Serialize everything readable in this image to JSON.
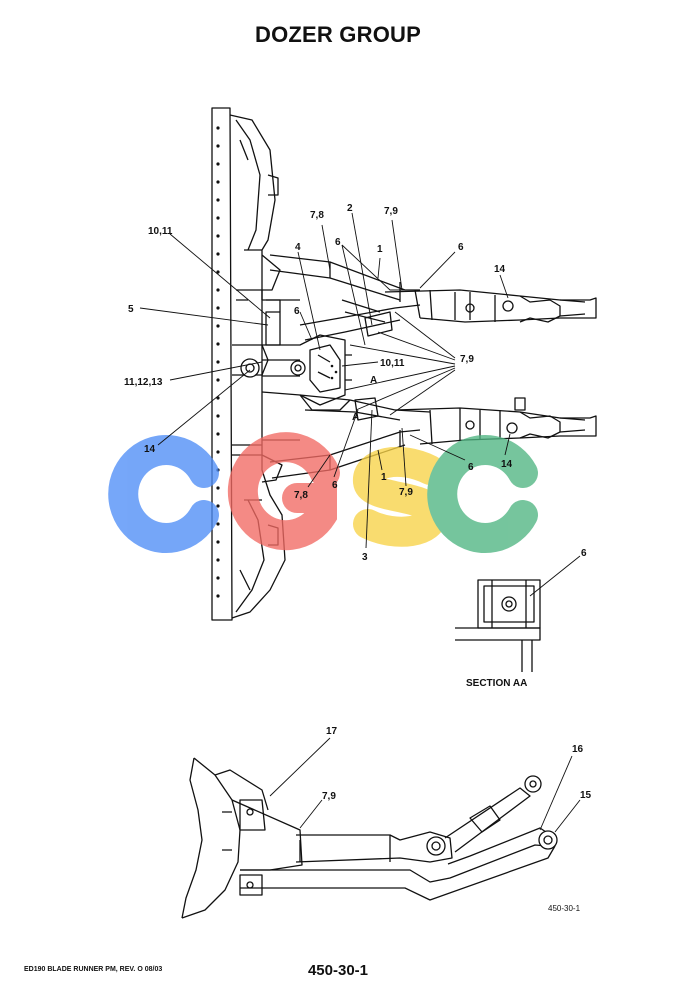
{
  "title": "DOZER GROUP",
  "callouts": {
    "c10_11_left": "10,11",
    "c5": "5",
    "c11_12_13": "11,12,13",
    "c14_left": "14",
    "c4": "4",
    "c6_mid": "6",
    "c7_8_top": "7,8",
    "c2": "2",
    "c6_top": "6",
    "c1_top": "1",
    "c7_9_top": "7,9",
    "c6_right": "6",
    "c14_top": "14",
    "c10_11_mid": "10,11",
    "c7_9_right": "7,9",
    "cA_top": "A",
    "cA_bottom": "A",
    "c6_lower_right": "6",
    "c14_lower": "14",
    "c1_lower": "1",
    "c7_9_lower": "7,9",
    "c7_8_lower": "7,8",
    "c6_lower": "6",
    "c3": "3",
    "c6_section": "6",
    "c17": "17",
    "c7_9_side": "7,9",
    "c16": "16",
    "c15": "15"
  },
  "section_label": "SECTION AA",
  "figure_ref": "450-30-1",
  "watermark": {
    "letters": [
      "C",
      "G",
      "S",
      "C"
    ],
    "colors": [
      "#4f8ef7",
      "#f26a63",
      "#f8d347",
      "#4fb582"
    ]
  },
  "footer": {
    "left": "ED190 BLADE RUNNER PM,  REV. O  08/03",
    "page": "450-30-1"
  }
}
